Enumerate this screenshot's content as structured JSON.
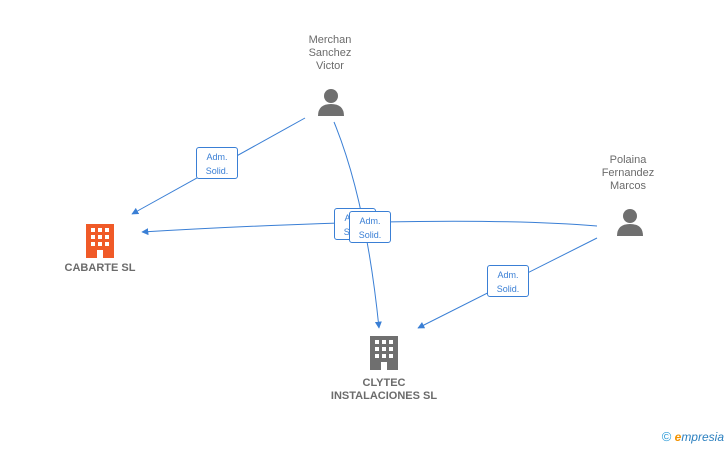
{
  "nodes": {
    "person1": {
      "name": "Merchan\nSanchez\nVictor"
    },
    "person2": {
      "name": "Polaina\nFernandez\nMarcos"
    },
    "company1": {
      "name": "CABARTE  SL",
      "color": "#f05a28"
    },
    "company2": {
      "name": "CLYTEC\nINSTALACIONES SL",
      "color": "#6f6f6f"
    }
  },
  "roles": [
    {
      "line1": "Adm.",
      "line2": "Solid."
    },
    {
      "line1": "Adm.",
      "line2": "Solid."
    },
    {
      "line1": "Adm.",
      "line2": "Solid."
    },
    {
      "line1": "Adm.",
      "line2": "Solid."
    }
  ],
  "colors": {
    "edge": "#3a7fd5",
    "person_icon": "#6f6f6f"
  },
  "brand": {
    "copyright": "©",
    "e": "e",
    "rest": "mpresia"
  }
}
